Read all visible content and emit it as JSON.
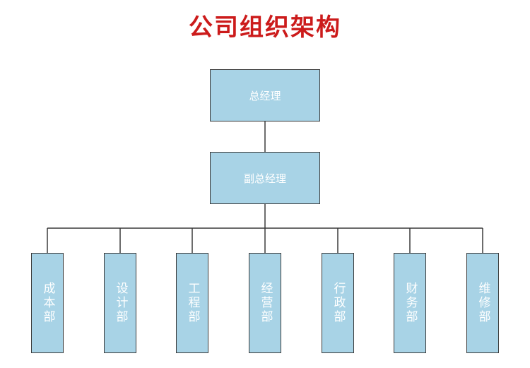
{
  "title": "公司组织架构",
  "colors": {
    "title": "#cc1b1b",
    "box_fill": "#a8d3e6",
    "box_border": "#3a3a3a",
    "box_text": "#ffffff",
    "connector": "#3a3a3a"
  },
  "nodes": {
    "general_manager": "总经理",
    "deputy_general_manager": "副总经理",
    "departments": [
      "成本部",
      "设计部",
      "工程部",
      "经营部",
      "行政部",
      "财务部",
      "维修部"
    ]
  }
}
